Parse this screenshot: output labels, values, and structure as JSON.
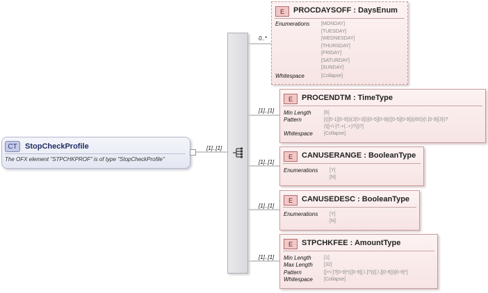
{
  "complex_type": {
    "badge": "CT",
    "name": "StopCheckProfile",
    "description": "The OFX element \"STPCHKPROF\" is of type \"StopCheckProfile\""
  },
  "sequence": {
    "icon": "sequence-icon"
  },
  "elements": [
    {
      "badge": "E",
      "title": "PROCDAYSOFF : DaysEnum",
      "cardinality": "0..*",
      "optional": true,
      "facets": [
        {
          "label": "Enumerations",
          "values": [
            "[MONDAY]",
            "[TUESDAY]",
            "[WEDNESDAY]",
            "[THURSDAY]",
            "[FRIDAY]",
            "[SATURDAY]",
            "[SUNDAY]"
          ]
        },
        {
          "label": "Whitespace",
          "values": [
            "[Collapse]"
          ]
        }
      ]
    },
    {
      "badge": "E",
      "title": "PROCENDTM : TimeType",
      "cardinality": "[1]..[1]",
      "facets": [
        {
          "label": "Min Length",
          "values": [
            "[6]"
          ]
        },
        {
          "label": "Pattern",
          "values": [
            "[(([0-1][0-9])|(2[0-3]))[0-5][0-9](([0-5][0-9])|(60))(\\.[0-9]{3})?",
            "(\\[[+\\-]?.+(:.+)?\\])?]"
          ]
        },
        {
          "label": "Whitespace",
          "values": [
            "[Collapse]"
          ]
        }
      ]
    },
    {
      "badge": "E",
      "title": "CANUSERANGE : BooleanType",
      "cardinality": "[1]..[1]",
      "facets": [
        {
          "label": "Enumerations",
          "values": [
            "[Y]",
            "[N]"
          ]
        }
      ]
    },
    {
      "badge": "E",
      "title": "CANUSEDESC : BooleanType",
      "cardinality": "[1]..[1]",
      "facets": [
        {
          "label": "Enumerations",
          "values": [
            "[Y]",
            "[N]"
          ]
        }
      ]
    },
    {
      "badge": "E",
      "title": "STPCHKFEE : AmountType",
      "cardinality": "[1]..[1]",
      "facets": [
        {
          "label": "Min Length",
          "values": [
            "[1]"
          ]
        },
        {
          "label": "Max Length",
          "values": [
            "[32]"
          ]
        },
        {
          "label": "Pattern",
          "values": [
            "[[+\\-]?[0-9]*(([0-9][,\\.]?)|([,\\.][0-9]))[0-9]*]"
          ]
        },
        {
          "label": "Whitespace",
          "values": [
            "[Collapse]"
          ]
        }
      ]
    }
  ],
  "main_cardinality": "[1]..[1]",
  "colors": {
    "element_border": "#c89a9a",
    "element_fill": "#fdf2f2",
    "ct_fill": "#e8ebf5",
    "sequence_fill": "#e2e2e6"
  }
}
